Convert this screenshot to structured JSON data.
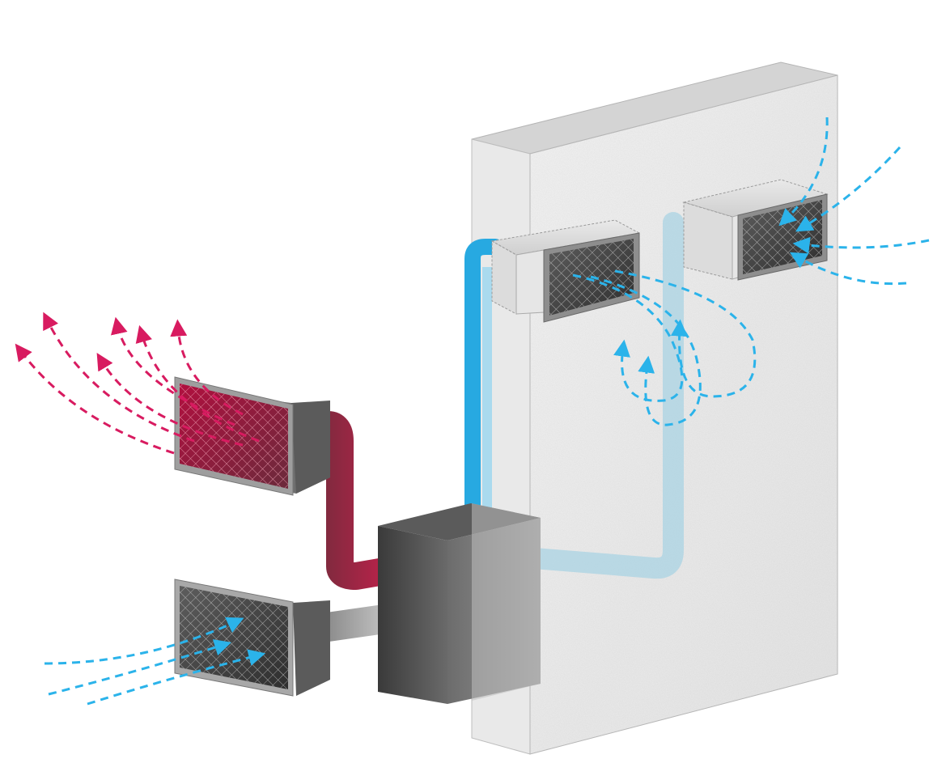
{
  "diagram": {
    "subject": "ventilation-unit-with-heat-recovery",
    "colors": {
      "background": "#ffffff",
      "exhaust_warm": "#d81b60",
      "duct_warm": "#b8284c",
      "supply_cool": "#2bb3ea",
      "duct_cool": "#27a9e1",
      "unit_dark": "#4a4a4a",
      "wall_light": "#f2f2f2"
    },
    "components": [
      {
        "id": "wall",
        "icon": "wall-icon"
      },
      {
        "id": "exhaust-grille",
        "icon": "grille-icon"
      },
      {
        "id": "intake-grille",
        "icon": "grille-icon"
      },
      {
        "id": "heat-recovery-unit",
        "icon": "box-icon"
      },
      {
        "id": "supply-vent",
        "icon": "vent-icon"
      },
      {
        "id": "extract-vent",
        "icon": "vent-icon"
      }
    ],
    "flows": [
      {
        "id": "exhaust-air",
        "color": "#d81b60"
      },
      {
        "id": "fresh-air-intake",
        "color": "#2bb3ea"
      },
      {
        "id": "room-circulation",
        "color": "#2bb3ea"
      },
      {
        "id": "extract-air",
        "color": "#2bb3ea"
      }
    ]
  }
}
